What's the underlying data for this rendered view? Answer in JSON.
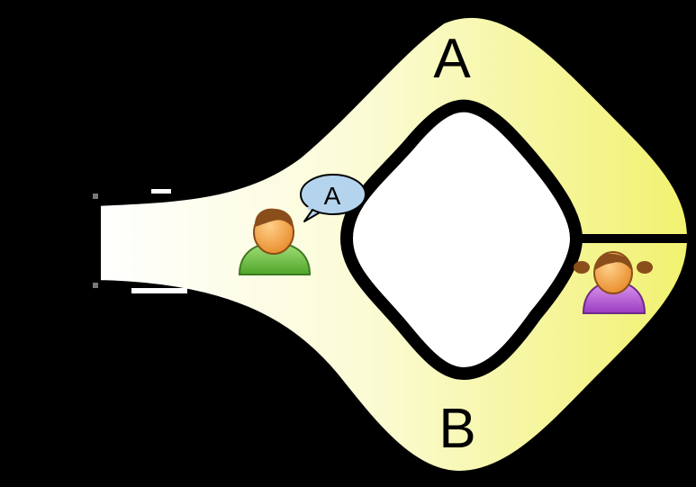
{
  "diagram": {
    "path_labels": {
      "upper": "A",
      "lower": "B"
    },
    "speech_bubble": {
      "text": "A"
    },
    "people": [
      {
        "role": "prover",
        "icon": "boy-person-icon",
        "shirt_color": "#6cc03c"
      },
      {
        "role": "verifier",
        "icon": "girl-person-icon",
        "shirt_color": "#b35ad6"
      }
    ],
    "colors": {
      "background": "#000000",
      "cave_fill_light": "#fdfde8",
      "cave_fill_dark": "#f0f07a",
      "wall_outline": "#000000",
      "bubble_fill": "#b4d4ee",
      "skin": "#f5a043",
      "hair": "#8a4e1a"
    }
  }
}
